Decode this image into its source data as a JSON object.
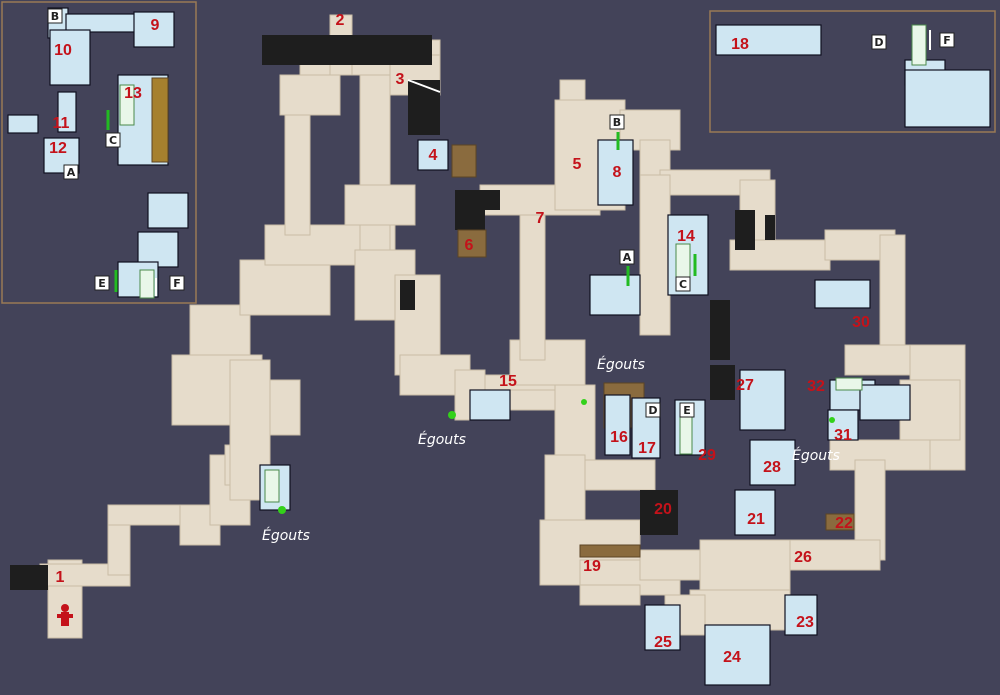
{
  "colors": {
    "background": "#434359",
    "corridor": "#e6dccb",
    "room": "#cfe6f2",
    "dark_zone": "#1e1e1e",
    "wood": "#8a6b3e",
    "label": "#c4121a",
    "arrow_green": "#22bb22",
    "inset_border": "#9a7a55"
  },
  "rooms": [
    "1",
    "2",
    "3",
    "4",
    "5",
    "6",
    "7",
    "8",
    "9",
    "10",
    "11",
    "12",
    "13",
    "14",
    "15",
    "16",
    "17",
    "18",
    "19",
    "20",
    "21",
    "22",
    "23",
    "24",
    "25",
    "26",
    "27",
    "28",
    "29",
    "30",
    "31",
    "32"
  ],
  "letters": [
    "A",
    "B",
    "C",
    "D",
    "E",
    "F"
  ],
  "sewer_label": "Égouts",
  "icons": {
    "player": "player-marker-icon",
    "stairs": "stairs-icon",
    "arrow": "direction-arrow-icon",
    "sewer": "sewer-entrance-icon"
  }
}
